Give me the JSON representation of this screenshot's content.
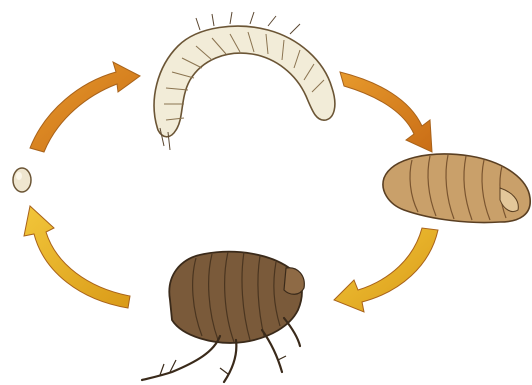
{
  "diagram": {
    "kind": "flea life cycle (unlabeled illustration)",
    "stages": [
      {
        "name": "egg",
        "icon": "egg-icon"
      },
      {
        "name": "larva",
        "icon": "larva-icon"
      },
      {
        "name": "pupa",
        "icon": "pupa-icon"
      },
      {
        "name": "adult",
        "icon": "adult-flea-icon"
      }
    ],
    "cycle_direction": "clockwise",
    "colors": {
      "background": "#ffffff",
      "arrow_orange": "#d9801f",
      "arrow_gold": "#e8b320",
      "arrow_outline": "#a8621a",
      "larva_fill": "#f2ecd8",
      "pupa_fill": "#c9a06a",
      "adult_fill": "#7a5a3a",
      "ink": "#3a2a1a"
    }
  }
}
